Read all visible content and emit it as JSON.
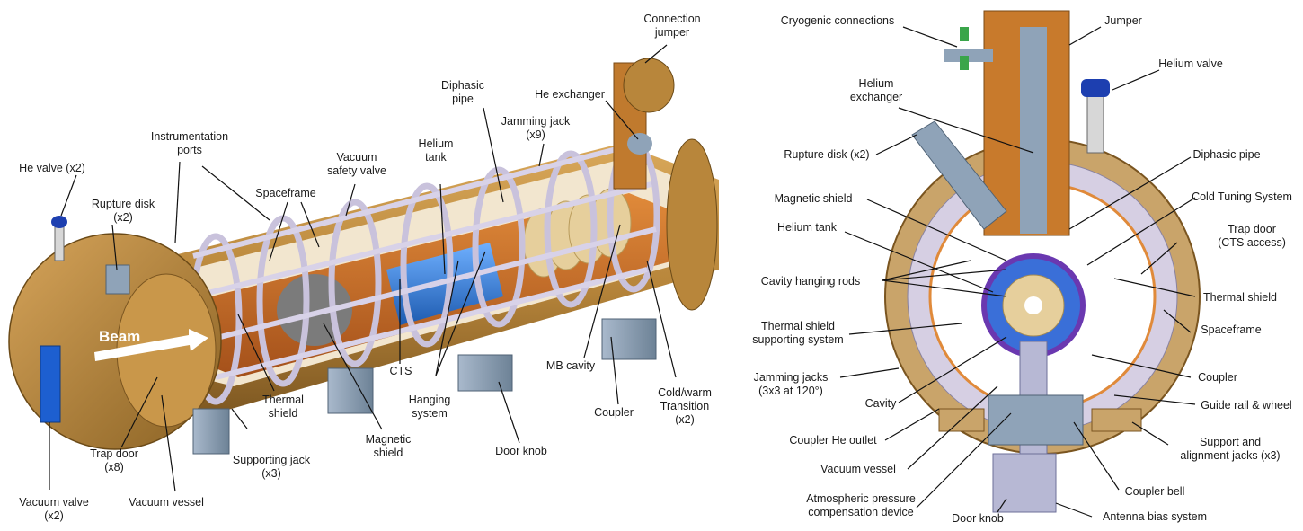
{
  "left_panel": {
    "beam_label": "Beam",
    "labels": {
      "connection_jumper": [
        "Connection",
        "jumper"
      ],
      "diphasic_pipe": [
        "Diphasic",
        "pipe"
      ],
      "he_exchanger": "He exchanger",
      "jamming_jack": [
        "Jamming jack",
        "(x9)"
      ],
      "instrumentation_ports": [
        "Instrumentation",
        "ports"
      ],
      "vacuum_safety_valve": [
        "Vacuum",
        "safety valve"
      ],
      "helium_tank": [
        "Helium",
        "tank"
      ],
      "he_valve": "He valve (x2)",
      "rupture_disk": [
        "Rupture disk",
        "(x2)"
      ],
      "spaceframe": "Spaceframe",
      "cts": "CTS",
      "mb_cavity": "MB cavity",
      "cold_warm_transition": [
        "Cold/warm",
        "Transition",
        "(x2)"
      ],
      "thermal_shield": [
        "Thermal",
        "shield"
      ],
      "hanging_system": [
        "Hanging",
        "system"
      ],
      "coupler": "Coupler",
      "magnetic_shield": [
        "Magnetic",
        "shield"
      ],
      "door_knob": "Door knob",
      "supporting_jack": [
        "Supporting jack",
        "(x3)"
      ],
      "trap_door": [
        "Trap door",
        "(x8)"
      ],
      "vacuum_vessel": "Vacuum vessel",
      "vacuum_valve": [
        "Vacuum valve",
        "(x2)"
      ]
    }
  },
  "right_panel": {
    "labels": {
      "cryogenic_connections": "Cryogenic connections",
      "jumper": "Jumper",
      "helium_valve": "Helium valve",
      "helium_exchanger": [
        "Helium",
        "exchanger"
      ],
      "rupture_disk": "Rupture disk (x2)",
      "diphasic_pipe": "Diphasic pipe",
      "magnetic_shield": "Magnetic shield",
      "cold_tuning_system": "Cold Tuning System",
      "helium_tank": "Helium tank",
      "trap_door": [
        "Trap door",
        "(CTS access)"
      ],
      "cavity_hanging_rods": "Cavity hanging rods",
      "thermal_shield": "Thermal shield",
      "thermal_shield_supporting_system": [
        "Thermal shield",
        "supporting system"
      ],
      "spaceframe": "Spaceframe",
      "coupler": "Coupler",
      "jamming_jacks": [
        "Jamming jacks",
        "(3x3 at 120°)"
      ],
      "cavity": "Cavity",
      "guide_rail_wheel": "Guide rail & wheel",
      "coupler_he_outlet": "Coupler He outlet",
      "support_alignment_jacks": [
        "Support and",
        "alignment jacks (x3)"
      ],
      "vacuum_vessel": "Vacuum vessel",
      "coupler_bell": "Coupler bell",
      "atmospheric_pressure_device": [
        "Atmospheric pressure",
        "compensation device"
      ],
      "door_knob": "Door knob",
      "antenna_bias_system": "Antenna bias system"
    }
  },
  "colors": {
    "vessel_bronze": "#b8863b",
    "vessel_dark": "#8a6224",
    "spaceframe_lavender": "#c9c2dc",
    "thermal_orange": "#c9661e",
    "helium_blue": "#2a78d8",
    "cavity_beige": "#e6cf9c",
    "jack_steel": "#8fa3b8",
    "valve_blue": "#1d3fb0",
    "pipe_green": "#3aa54a"
  }
}
